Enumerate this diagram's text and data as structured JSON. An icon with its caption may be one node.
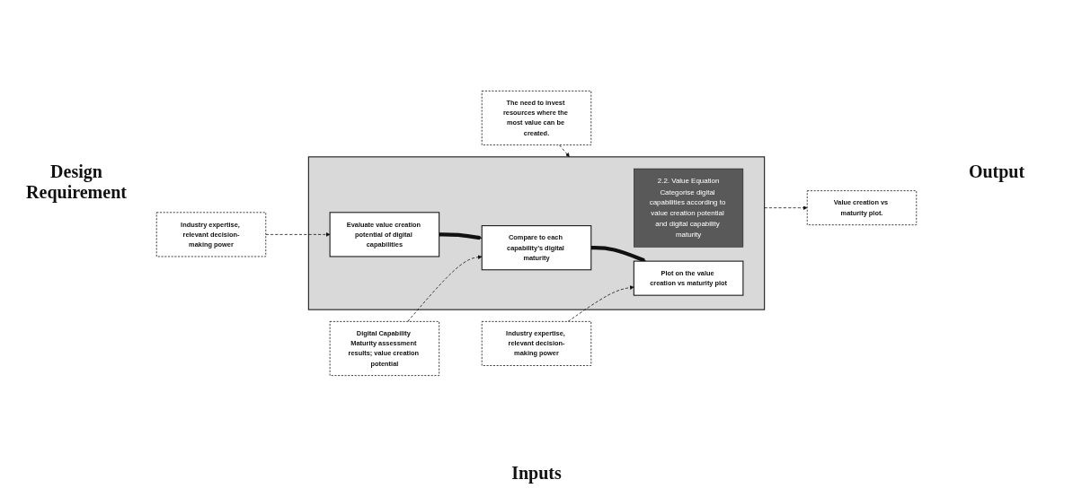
{
  "diagram": {
    "nodes": [
      {
        "text": [],
        "shape": "box"
      },
      {
        "text": [
          "2.2. Value Equation",
          "Categorise digital capabilities according to value creation potential and digital capability maturity"
        ],
        "in": 0
      },
      {
        "text": [
          "Evaluate value creation potential of digital capabilities"
        ],
        "in": 0
      },
      {
        "text": [
          "Compare to each capability’s digital maturity"
        ],
        "in": 0
      },
      {
        "text": [
          "Plot on the value creation vs maturity plot"
        ],
        "in": 0
      },
      {
        "text": [
          "The need to invest resources where the most value can be created."
        ]
      },
      {
        "text": [
          "Value creation vs maturity plot."
        ]
      },
      {
        "text": [
          "Industry expertise, relevant decision-making power"
        ]
      },
      {
        "text": [
          "Digital Capability Maturity assessment results; value creation potential"
        ]
      },
      {
        "text": [
          "Industry expertise, relevant decision-making power"
        ]
      }
    ],
    "edges": [
      {
        "from": 5,
        "to": 0,
        "arrow": "to",
        "style": "dashed"
      },
      {
        "from": 0,
        "to": 6,
        "arrow": "to",
        "style": "dashed"
      },
      {
        "from": 2,
        "to": 3,
        "arrow": "to",
        "style": "thick"
      },
      {
        "from": 3,
        "to": 4,
        "arrow": "to",
        "style": "thick"
      },
      {
        "from": 7,
        "to": 2,
        "arrow": "to",
        "style": "dashed"
      },
      {
        "from": 8,
        "to": 3,
        "arrow": "to",
        "style": "dashed"
      },
      {
        "from": 9,
        "to": 4,
        "arrow": "to",
        "style": "dashed"
      }
    ],
    "labels": [
      "Design Requirement",
      "Output",
      "Inputs"
    ]
  }
}
